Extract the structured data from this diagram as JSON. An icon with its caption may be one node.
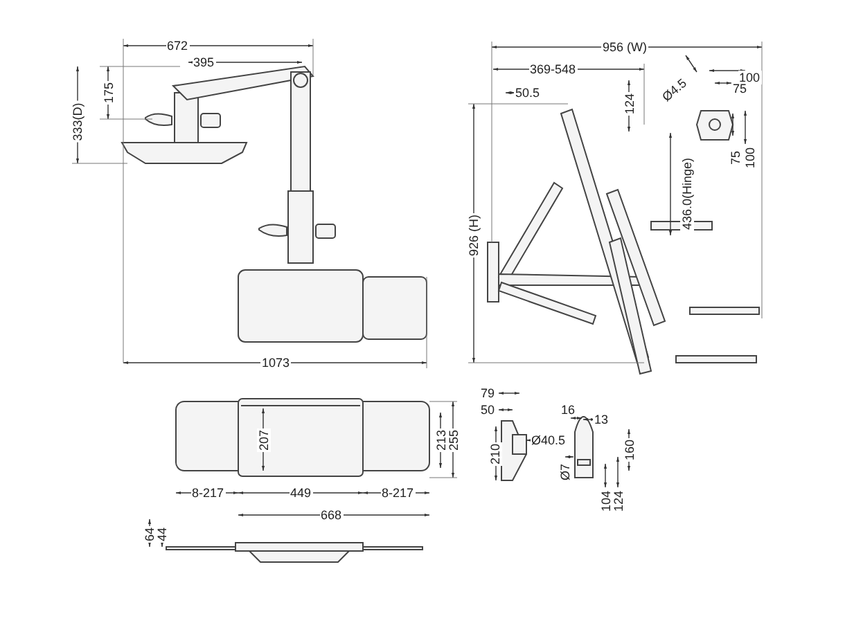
{
  "diagram": {
    "labels": [
      "672",
      "395",
      "175",
      "333(D)",
      "1073",
      "956 (W)",
      "369-548",
      "50.5",
      "124",
      "Ø4.5",
      "100",
      "75",
      "75",
      "100",
      "436.0(Hinge)",
      "926 (H)",
      "207",
      "213",
      "255",
      "8-217",
      "449",
      "8-217",
      "668",
      "64",
      "44",
      "79",
      "50",
      "Ø40.5",
      "210",
      "16",
      "13",
      "Ø7",
      "160",
      "104",
      "124"
    ]
  }
}
